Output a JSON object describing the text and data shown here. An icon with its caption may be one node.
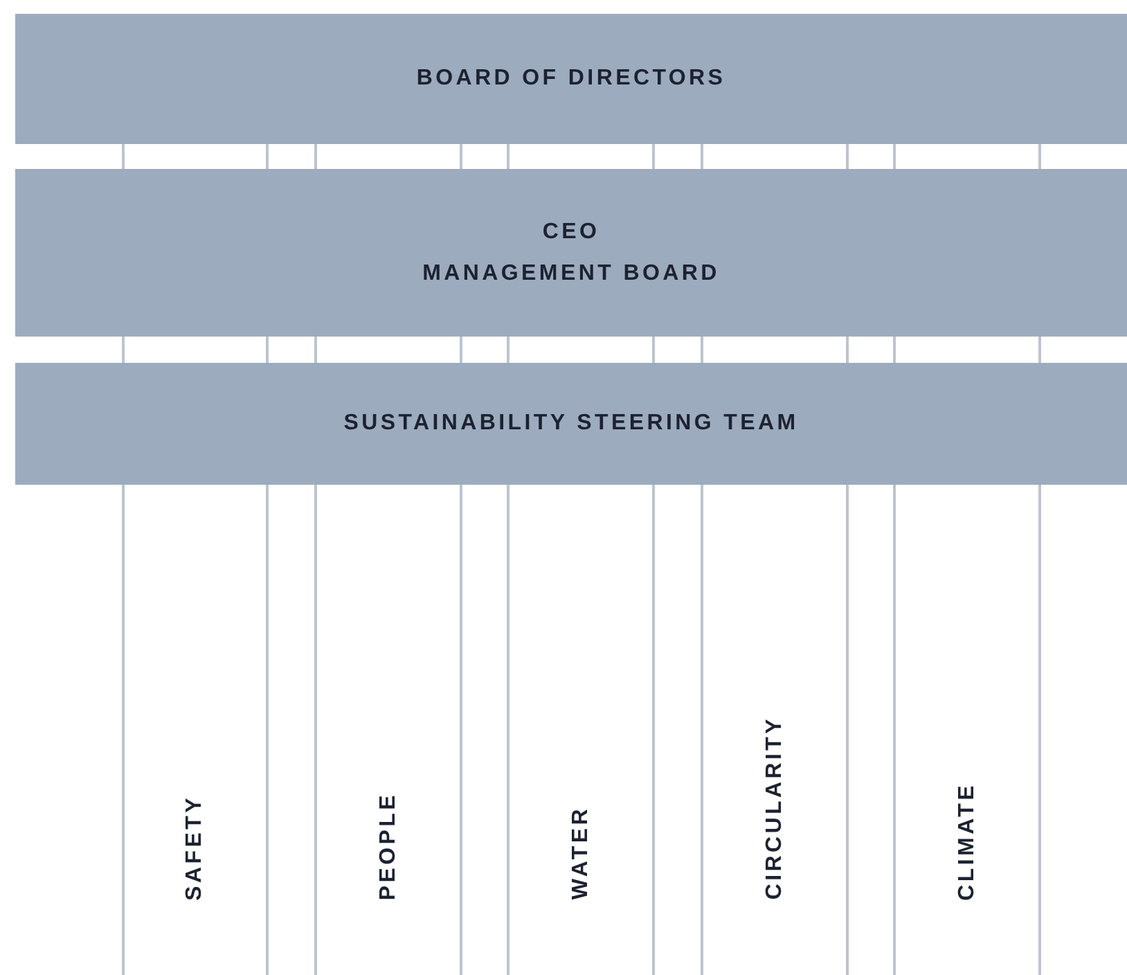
{
  "diagram": {
    "nodes": [
      {
        "text": [
          "BOARD OF DIRECTORS"
        ]
      },
      {
        "text": [
          "CEO",
          "MANAGEMENT BOARD"
        ]
      },
      {
        "text": [
          "SUSTAINABILITY STEERING TEAM"
        ]
      },
      {
        "text": [
          "SAFETY"
        ]
      },
      {
        "text": [
          "PEOPLE"
        ]
      },
      {
        "text": [
          "WATER"
        ]
      },
      {
        "text": [
          "CIRCULARITY"
        ]
      },
      {
        "text": [
          "CLIMATE"
        ]
      }
    ]
  }
}
